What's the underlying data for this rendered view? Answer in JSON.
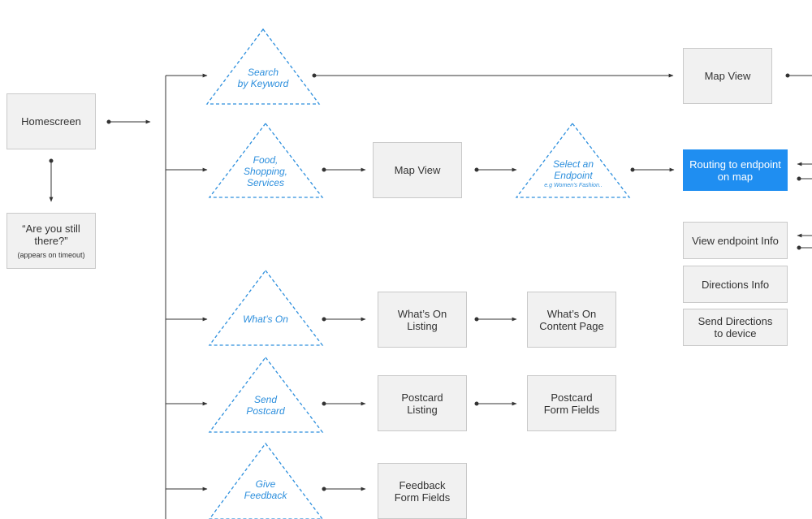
{
  "homescreen": {
    "label": "Homescreen"
  },
  "timeout": {
    "label": "“Are you still\nthere?”",
    "note": "(appears on timeout)"
  },
  "decisions": {
    "search": "Search\nby Keyword",
    "food": "Food,\nShopping,\nServices",
    "select_endpoint": "Select an\nEndpoint",
    "select_endpoint_example": "e.g Women’s Fashion..",
    "whats_on": "What’s On",
    "send_postcard": "Send\nPostcard",
    "give_feedback": "Give\nFeedback"
  },
  "boxes": {
    "map_view_top": "Map View",
    "map_view_mid": "Map View",
    "routing": "Routing to endpoint\non map",
    "view_endpoint_info": "View endpoint Info",
    "directions_info": "Directions Info",
    "send_directions": "Send Directions\nto device",
    "whats_on_listing": "What’s On\nListing",
    "whats_on_content": "What’s On\nContent Page",
    "postcard_listing": "Postcard\nListing",
    "postcard_form": "Postcard\nForm Fields",
    "feedback_form": "Feedback\nForm Fields"
  },
  "colors": {
    "accent": "#1f8ef1",
    "decision_text": "#2d8fdd",
    "box_fill": "#f1f1f1",
    "box_border": "#c9c9c9",
    "line": "#333333"
  }
}
